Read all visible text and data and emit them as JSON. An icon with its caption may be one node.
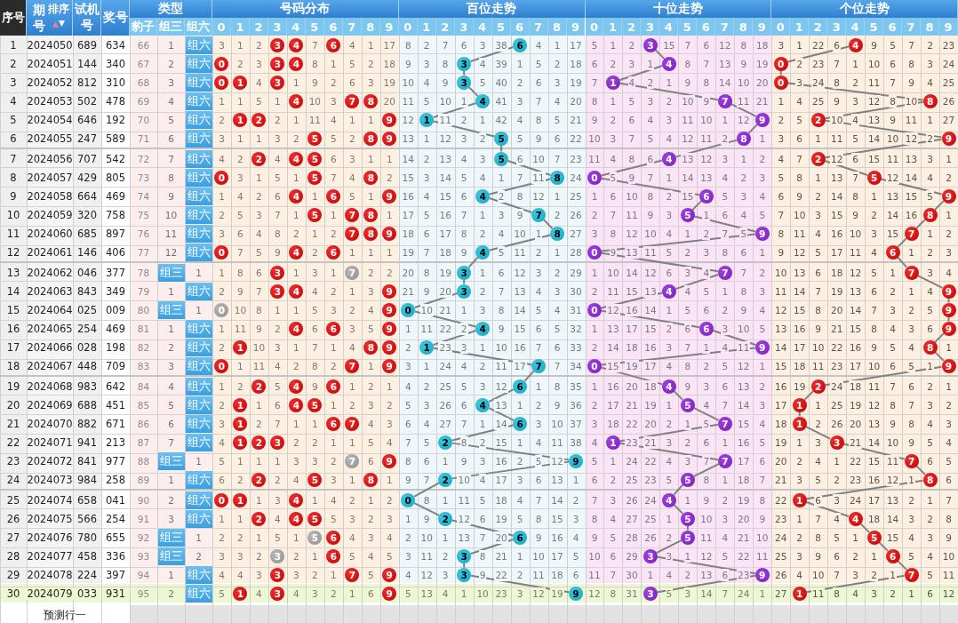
{
  "diagram": {
    "nodes": [
      {
        "text": [
          "3"
        ]
      },
      {
        "text": [
          "4"
        ]
      },
      {
        "text": [
          "6"
        ]
      },
      {
        "text": [
          "6"
        ]
      },
      {
        "text": [
          "3"
        ]
      },
      {
        "text": [
          "4"
        ]
      },
      {
        "text": [
          "0"
        ]
      },
      {
        "text": [
          "3"
        ]
      },
      {
        "text": [
          "4"
        ]
      },
      {
        "text": [
          "3"
        ]
      },
      {
        "text": [
          "4"
        ]
      },
      {
        "text": [
          "0"
        ]
      },
      {
        "text": [
          "0"
        ]
      },
      {
        "text": [
          "1"
        ]
      },
      {
        "text": [
          "3"
        ]
      },
      {
        "text": [
          "3"
        ]
      },
      {
        "text": [
          "1"
        ]
      },
      {
        "text": [
          "0"
        ]
      },
      {
        "text": [
          "4"
        ]
      },
      {
        "text": [
          "7"
        ]
      },
      {
        "text": [
          "8"
        ]
      },
      {
        "text": [
          "4"
        ]
      },
      {
        "text": [
          "7"
        ]
      },
      {
        "text": [
          "8"
        ]
      },
      {
        "text": [
          "1"
        ]
      },
      {
        "text": [
          "2"
        ]
      },
      {
        "text": [
          "9"
        ]
      },
      {
        "text": [
          "1"
        ]
      },
      {
        "text": [
          "9"
        ]
      },
      {
        "text": [
          "2"
        ]
      },
      {
        "text": [
          "5"
        ]
      },
      {
        "text": [
          "8"
        ]
      },
      {
        "text": [
          "9"
        ]
      },
      {
        "text": [
          "5"
        ]
      },
      {
        "text": [
          "8"
        ]
      },
      {
        "text": [
          "9"
        ]
      },
      {
        "text": [
          "2"
        ]
      },
      {
        "text": [
          "4"
        ]
      },
      {
        "text": [
          "5"
        ]
      },
      {
        "text": [
          "5"
        ]
      },
      {
        "text": [
          "4"
        ]
      },
      {
        "text": [
          "2"
        ]
      },
      {
        "text": [
          "0"
        ]
      },
      {
        "text": [
          "5"
        ]
      },
      {
        "text": [
          "8"
        ]
      },
      {
        "text": [
          "8"
        ]
      },
      {
        "text": [
          "0"
        ]
      },
      {
        "text": [
          "5"
        ]
      },
      {
        "text": [
          "4"
        ]
      },
      {
        "text": [
          "6"
        ]
      },
      {
        "text": [
          "9"
        ]
      },
      {
        "text": [
          "4"
        ]
      },
      {
        "text": [
          "6"
        ]
      },
      {
        "text": [
          "9"
        ]
      },
      {
        "text": [
          "5"
        ]
      },
      {
        "text": [
          "7"
        ]
      },
      {
        "text": [
          "8"
        ]
      },
      {
        "text": [
          "7"
        ]
      },
      {
        "text": [
          "5"
        ]
      },
      {
        "text": [
          "8"
        ]
      },
      {
        "text": [
          "7"
        ]
      },
      {
        "text": [
          "8"
        ]
      },
      {
        "text": [
          "9"
        ]
      },
      {
        "text": [
          "8"
        ]
      },
      {
        "text": [
          "9"
        ]
      },
      {
        "text": [
          "7"
        ]
      },
      {
        "text": [
          "0"
        ]
      },
      {
        "text": [
          "4"
        ]
      },
      {
        "text": [
          "6"
        ]
      },
      {
        "text": [
          "4"
        ]
      },
      {
        "text": [
          "0"
        ]
      },
      {
        "text": [
          "6"
        ]
      },
      {
        "text": [
          "3"
        ]
      },
      {
        "text": [
          "7"
        ]
      },
      {
        "text": [
          "3"
        ]
      },
      {
        "text": [
          "7"
        ]
      },
      {
        "text": [
          "7"
        ]
      },
      {
        "text": [
          "3"
        ]
      },
      {
        "text": [
          "4"
        ]
      },
      {
        "text": [
          "9"
        ]
      },
      {
        "text": [
          "3"
        ]
      },
      {
        "text": [
          "4"
        ]
      },
      {
        "text": [
          "9"
        ]
      },
      {
        "text": [
          "0"
        ]
      },
      {
        "text": [
          "9"
        ]
      },
      {
        "text": [
          "0"
        ]
      },
      {
        "text": [
          "0"
        ]
      },
      {
        "text": [
          "9"
        ]
      },
      {
        "text": [
          "4"
        ]
      },
      {
        "text": [
          "6"
        ]
      },
      {
        "text": [
          "9"
        ]
      },
      {
        "text": [
          "4"
        ]
      },
      {
        "text": [
          "6"
        ]
      },
      {
        "text": [
          "9"
        ]
      },
      {
        "text": [
          "1"
        ]
      },
      {
        "text": [
          "8"
        ]
      },
      {
        "text": [
          "9"
        ]
      },
      {
        "text": [
          "1"
        ]
      },
      {
        "text": [
          "9"
        ]
      },
      {
        "text": [
          "8"
        ]
      },
      {
        "text": [
          "0"
        ]
      },
      {
        "text": [
          "7"
        ]
      },
      {
        "text": [
          "9"
        ]
      },
      {
        "text": [
          "7"
        ]
      },
      {
        "text": [
          "0"
        ]
      },
      {
        "text": [
          "9"
        ]
      },
      {
        "text": [
          "2"
        ]
      },
      {
        "text": [
          "4"
        ]
      },
      {
        "text": [
          "6"
        ]
      },
      {
        "text": [
          "6"
        ]
      },
      {
        "text": [
          "4"
        ]
      },
      {
        "text": [
          "2"
        ]
      },
      {
        "text": [
          "1"
        ]
      },
      {
        "text": [
          "4"
        ]
      },
      {
        "text": [
          "5"
        ]
      },
      {
        "text": [
          "4"
        ]
      },
      {
        "text": [
          "5"
        ]
      },
      {
        "text": [
          "1"
        ]
      },
      {
        "text": [
          "1"
        ]
      },
      {
        "text": [
          "6"
        ]
      },
      {
        "text": [
          "7"
        ]
      },
      {
        "text": [
          "6"
        ]
      },
      {
        "text": [
          "7"
        ]
      },
      {
        "text": [
          "1"
        ]
      },
      {
        "text": [
          "1"
        ]
      },
      {
        "text": [
          "2"
        ]
      },
      {
        "text": [
          "3"
        ]
      },
      {
        "text": [
          "2"
        ]
      },
      {
        "text": [
          "1"
        ]
      },
      {
        "text": [
          "3"
        ]
      },
      {
        "text": [
          "7"
        ]
      },
      {
        "text": [
          "9"
        ]
      },
      {
        "text": [
          "9"
        ]
      },
      {
        "text": [
          "7"
        ]
      },
      {
        "text": [
          "7"
        ]
      },
      {
        "text": [
          "2"
        ]
      },
      {
        "text": [
          "5"
        ]
      },
      {
        "text": [
          "8"
        ]
      },
      {
        "text": [
          "2"
        ]
      },
      {
        "text": [
          "5"
        ]
      },
      {
        "text": [
          "8"
        ]
      },
      {
        "text": [
          "0"
        ]
      },
      {
        "text": [
          "1"
        ]
      },
      {
        "text": [
          "4"
        ]
      },
      {
        "text": [
          "0"
        ]
      },
      {
        "text": [
          "4"
        ]
      },
      {
        "text": [
          "1"
        ]
      },
      {
        "text": [
          "2"
        ]
      },
      {
        "text": [
          "4"
        ]
      },
      {
        "text": [
          "5"
        ]
      },
      {
        "text": [
          "2"
        ]
      },
      {
        "text": [
          "5"
        ]
      },
      {
        "text": [
          "4"
        ]
      },
      {
        "text": [
          "5"
        ]
      },
      {
        "text": [
          "6"
        ]
      },
      {
        "text": [
          "6"
        ]
      },
      {
        "text": [
          "5"
        ]
      },
      {
        "text": [
          "5"
        ]
      },
      {
        "text": [
          "3"
        ]
      },
      {
        "text": [
          "6"
        ]
      },
      {
        "text": [
          "3"
        ]
      },
      {
        "text": [
          "3"
        ]
      },
      {
        "text": [
          "6"
        ]
      },
      {
        "text": [
          "3"
        ]
      },
      {
        "text": [
          "7"
        ]
      },
      {
        "text": [
          "9"
        ]
      },
      {
        "text": [
          "3"
        ]
      },
      {
        "text": [
          "9"
        ]
      },
      {
        "text": [
          "7"
        ]
      },
      {
        "text": [
          "1"
        ]
      },
      {
        "text": [
          "3"
        ]
      },
      {
        "text": [
          "9"
        ]
      },
      {
        "text": [
          "9"
        ]
      },
      {
        "text": [
          "3"
        ]
      },
      {
        "text": [
          "1"
        ]
      }
    ],
    "edges": [
      {
        "from": 3,
        "to": 9,
        "arrow": "none"
      },
      {
        "from": 9,
        "to": 15,
        "arrow": "none"
      },
      {
        "from": 15,
        "to": 21,
        "arrow": "none"
      },
      {
        "from": 21,
        "to": 27,
        "arrow": "none"
      },
      {
        "from": 27,
        "to": 33,
        "arrow": "none"
      },
      {
        "from": 33,
        "to": 39,
        "arrow": "none"
      },
      {
        "from": 39,
        "to": 45,
        "arrow": "none"
      },
      {
        "from": 45,
        "to": 51,
        "arrow": "none"
      },
      {
        "from": 51,
        "to": 57,
        "arrow": "none"
      },
      {
        "from": 57,
        "to": 63,
        "arrow": "none"
      },
      {
        "from": 63,
        "to": 69,
        "arrow": "none"
      },
      {
        "from": 69,
        "to": 74,
        "arrow": "none"
      },
      {
        "from": 74,
        "to": 80,
        "arrow": "none"
      },
      {
        "from": 80,
        "to": 85,
        "arrow": "none"
      },
      {
        "from": 85,
        "to": 91,
        "arrow": "none"
      },
      {
        "from": 91,
        "to": 97,
        "arrow": "none"
      },
      {
        "from": 97,
        "to": 103,
        "arrow": "none"
      },
      {
        "from": 103,
        "to": 109,
        "arrow": "none"
      },
      {
        "from": 109,
        "to": 115,
        "arrow": "none"
      },
      {
        "from": 115,
        "to": 121,
        "arrow": "none"
      },
      {
        "from": 121,
        "to": 127,
        "arrow": "none"
      },
      {
        "from": 127,
        "to": 132,
        "arrow": "none"
      },
      {
        "from": 132,
        "to": 138,
        "arrow": "none"
      },
      {
        "from": 138,
        "to": 144,
        "arrow": "none"
      },
      {
        "from": 144,
        "to": 150,
        "arrow": "none"
      },
      {
        "from": 150,
        "to": 155,
        "arrow": "none"
      },
      {
        "from": 155,
        "to": 160,
        "arrow": "none"
      },
      {
        "from": 160,
        "to": 166,
        "arrow": "none"
      },
      {
        "from": 166,
        "to": 172,
        "arrow": "none"
      },
      {
        "from": 4,
        "to": 10,
        "arrow": "none"
      },
      {
        "from": 10,
        "to": 16,
        "arrow": "none"
      },
      {
        "from": 16,
        "to": 22,
        "arrow": "none"
      },
      {
        "from": 22,
        "to": 28,
        "arrow": "none"
      },
      {
        "from": 28,
        "to": 34,
        "arrow": "none"
      },
      {
        "from": 34,
        "to": 40,
        "arrow": "none"
      },
      {
        "from": 40,
        "to": 46,
        "arrow": "none"
      },
      {
        "from": 46,
        "to": 52,
        "arrow": "none"
      },
      {
        "from": 52,
        "to": 58,
        "arrow": "none"
      },
      {
        "from": 58,
        "to": 64,
        "arrow": "none"
      },
      {
        "from": 64,
        "to": 70,
        "arrow": "none"
      },
      {
        "from": 70,
        "to": 75,
        "arrow": "none"
      },
      {
        "from": 75,
        "to": 81,
        "arrow": "none"
      },
      {
        "from": 81,
        "to": 86,
        "arrow": "none"
      },
      {
        "from": 86,
        "to": 92,
        "arrow": "none"
      },
      {
        "from": 92,
        "to": 98,
        "arrow": "none"
      },
      {
        "from": 98,
        "to": 104,
        "arrow": "none"
      },
      {
        "from": 104,
        "to": 110,
        "arrow": "none"
      },
      {
        "from": 110,
        "to": 116,
        "arrow": "none"
      },
      {
        "from": 116,
        "to": 122,
        "arrow": "none"
      },
      {
        "from": 122,
        "to": 128,
        "arrow": "none"
      },
      {
        "from": 128,
        "to": 133,
        "arrow": "none"
      },
      {
        "from": 133,
        "to": 139,
        "arrow": "none"
      },
      {
        "from": 139,
        "to": 145,
        "arrow": "none"
      },
      {
        "from": 145,
        "to": 151,
        "arrow": "none"
      },
      {
        "from": 151,
        "to": 156,
        "arrow": "none"
      },
      {
        "from": 156,
        "to": 161,
        "arrow": "none"
      },
      {
        "from": 161,
        "to": 167,
        "arrow": "none"
      },
      {
        "from": 167,
        "to": 173,
        "arrow": "none"
      },
      {
        "from": 5,
        "to": 11,
        "arrow": "none"
      },
      {
        "from": 11,
        "to": 17,
        "arrow": "none"
      },
      {
        "from": 17,
        "to": 23,
        "arrow": "none"
      },
      {
        "from": 23,
        "to": 29,
        "arrow": "none"
      },
      {
        "from": 29,
        "to": 35,
        "arrow": "none"
      },
      {
        "from": 35,
        "to": 41,
        "arrow": "none"
      },
      {
        "from": 41,
        "to": 47,
        "arrow": "none"
      },
      {
        "from": 47,
        "to": 53,
        "arrow": "none"
      },
      {
        "from": 53,
        "to": 59,
        "arrow": "none"
      },
      {
        "from": 59,
        "to": 65,
        "arrow": "none"
      },
      {
        "from": 65,
        "to": 71,
        "arrow": "none"
      },
      {
        "from": 71,
        "to": 76,
        "arrow": "none"
      },
      {
        "from": 76,
        "to": 82,
        "arrow": "none"
      },
      {
        "from": 82,
        "to": 87,
        "arrow": "none"
      },
      {
        "from": 87,
        "to": 93,
        "arrow": "none"
      },
      {
        "from": 93,
        "to": 99,
        "arrow": "none"
      },
      {
        "from": 99,
        "to": 105,
        "arrow": "none"
      },
      {
        "from": 105,
        "to": 111,
        "arrow": "none"
      },
      {
        "from": 111,
        "to": 117,
        "arrow": "none"
      },
      {
        "from": 117,
        "to": 123,
        "arrow": "none"
      },
      {
        "from": 123,
        "to": 129,
        "arrow": "none"
      },
      {
        "from": 129,
        "to": 134,
        "arrow": "none"
      },
      {
        "from": 134,
        "to": 140,
        "arrow": "none"
      },
      {
        "from": 140,
        "to": 146,
        "arrow": "none"
      },
      {
        "from": 146,
        "to": 152,
        "arrow": "none"
      },
      {
        "from": 152,
        "to": 157,
        "arrow": "none"
      },
      {
        "from": 157,
        "to": 162,
        "arrow": "none"
      },
      {
        "from": 162,
        "to": 168,
        "arrow": "none"
      },
      {
        "from": 168,
        "to": 174,
        "arrow": "none"
      }
    ],
    "labels": [
      "序号",
      "期号",
      "排序",
      "试机号",
      "奖号",
      "类型",
      "号码分布",
      "百位走势",
      "十位走势",
      "个位走势",
      "豹子",
      "组三",
      "组六",
      "0",
      "1",
      "2",
      "3",
      "4",
      "5",
      "6",
      "7",
      "8",
      "9",
      "0",
      "1",
      "2",
      "3",
      "4",
      "5",
      "6",
      "7",
      "8",
      "9",
      "0",
      "1",
      "2",
      "3",
      "4",
      "5",
      "6",
      "7",
      "8",
      "9",
      "0",
      "1",
      "2",
      "3",
      "4",
      "5",
      "6",
      "7",
      "8",
      "9",
      "1",
      "2024050",
      "689",
      "634",
      "66",
      "1",
      "组六",
      "3",
      "1",
      "2",
      "7",
      "4",
      "1",
      "17",
      "8",
      "2",
      "7",
      "6",
      "3",
      "38",
      "4",
      "1",
      "17",
      "5",
      "1",
      "2",
      "15",
      "7",
      "6",
      "12",
      "8",
      "18",
      "3",
      "1",
      "22",
      "6",
      "9",
      "5",
      "7",
      "2",
      "23",
      "2",
      "2024051",
      "144",
      "340",
      "67",
      "2",
      "组六",
      "2",
      "3",
      "8",
      "1",
      "5",
      "2",
      "18",
      "9",
      "3",
      "8",
      "4",
      "39",
      "1",
      "5",
      "2",
      "18",
      "6",
      "2",
      "3",
      "1",
      "8",
      "7",
      "13",
      "9",
      "19",
      "2",
      "23",
      "7",
      "1",
      "10",
      "6",
      "8",
      "3",
      "24",
      "3",
      "2024052",
      "812",
      "310",
      "68",
      "3",
      "组六",
      "4",
      "1",
      "9",
      "2",
      "6",
      "3",
      "19",
      "10",
      "4",
      "9",
      "5",
      "40",
      "2",
      "6",
      "3",
      "19",
      "7",
      "4",
      "2",
      "1",
      "9",
      "8",
      "14",
      "10",
      "20",
      "3",
      "24",
      "8",
      "2",
      "11",
      "7",
      "9",
      "4",
      "25",
      "4",
      "2024053",
      "502",
      "478",
      "69",
      "4",
      "组六",
      "1",
      "1",
      "5",
      "1",
      "10",
      "3",
      "20",
      "11",
      "5",
      "10",
      "1",
      "41",
      "3",
      "7",
      "4",
      "20",
      "8",
      "1",
      "5",
      "3",
      "2",
      "10",
      "9",
      "11",
      "21",
      "1",
      "4",
      "25",
      "9",
      "3",
      "12",
      "8",
      "10",
      "26",
      "5",
      "2024054",
      "646",
      "192",
      "70",
      "5",
      "组六",
      "2",
      "2",
      "1",
      "11",
      "4",
      "1",
      "1",
      "12",
      "11",
      "2",
      "1",
      "42",
      "4",
      "8",
      "5",
      "21",
      "9",
      "2",
      "6",
      "4",
      "3",
      "11",
      "10",
      "1",
      "12",
      "2",
      "5",
      "10",
      "4",
      "13",
      "9",
      "11",
      "1",
      "27",
      "6",
      "2024055",
      "247",
      "589",
      "71",
      "6",
      "组六",
      "3",
      "1",
      "1",
      "3",
      "2",
      "5",
      "2",
      "13",
      "1",
      "12",
      "3",
      "2",
      "5",
      "9",
      "6",
      "22",
      "10",
      "3",
      "7",
      "5",
      "4",
      "12",
      "11",
      "2",
      "1",
      "3",
      "6",
      "1",
      "11",
      "5",
      "14",
      "10",
      "12",
      "2",
      "7",
      "2024056",
      "707",
      "542",
      "72",
      "7",
      "组六",
      "4",
      "2",
      "4",
      "6",
      "3",
      "1",
      "1",
      "14",
      "2",
      "13",
      "4",
      "3",
      "6",
      "10",
      "7",
      "23",
      "11",
      "4",
      "8",
      "6",
      "13",
      "12",
      "3",
      "1",
      "2",
      "4",
      "7",
      "12",
      "6",
      "15",
      "11",
      "13",
      "3",
      "1",
      "8",
      "2024057",
      "429",
      "805",
      "73",
      "8",
      "组六",
      "3",
      "1",
      "5",
      "1",
      "7",
      "4",
      "2",
      "15",
      "3",
      "14",
      "5",
      "4",
      "1",
      "7",
      "11",
      "24",
      "5",
      "9",
      "7",
      "1",
      "14",
      "13",
      "4",
      "2",
      "3",
      "5",
      "8",
      "1",
      "13",
      "7",
      "12",
      "14",
      "4",
      "2",
      "9",
      "2024058",
      "664",
      "469",
      "74",
      "9",
      "组六",
      "1",
      "4",
      "2",
      "6",
      "1",
      "5",
      "1",
      "16",
      "4",
      "15",
      "6",
      "2",
      "8",
      "12",
      "1",
      "25",
      "1",
      "6",
      "10",
      "8",
      "2",
      "15",
      "5",
      "3",
      "4",
      "6",
      "9",
      "2",
      "14",
      "8",
      "1",
      "13",
      "15",
      "5",
      "10",
      "2024059",
      "320",
      "758",
      "75",
      "10",
      "组六",
      "2",
      "5",
      "3",
      "7",
      "1",
      "1",
      "1",
      "17",
      "5",
      "16",
      "7",
      "1",
      "3",
      "9",
      "2",
      "26",
      "2",
      "7",
      "11",
      "9",
      "3",
      "1",
      "6",
      "4",
      "5",
      "7",
      "10",
      "3",
      "15",
      "9",
      "2",
      "14",
      "16",
      "1",
      "11",
      "2024060",
      "685",
      "897",
      "76",
      "11",
      "组六",
      "3",
      "6",
      "4",
      "8",
      "2",
      "1",
      "2",
      "18",
      "6",
      "17",
      "8",
      "2",
      "4",
      "10",
      "1",
      "27",
      "3",
      "8",
      "12",
      "10",
      "4",
      "1",
      "2",
      "7",
      "5",
      "8",
      "11",
      "4",
      "16",
      "10",
      "3",
      "15",
      "1",
      "2",
      "12",
      "2024061",
      "146",
      "406",
      "77",
      "12",
      "组六",
      "7",
      "5",
      "9",
      "2",
      "1",
      "1",
      "1",
      "19",
      "7",
      "18",
      "9",
      "5",
      "11",
      "2",
      "1",
      "28",
      "9",
      "13",
      "11",
      "5",
      "2",
      "3",
      "8",
      "6",
      "1",
      "9",
      "12",
      "5",
      "17",
      "11",
      "4",
      "1",
      "2",
      "3",
      "13",
      "2024062",
      "046",
      "377",
      "78",
      "组三",
      "1",
      "1",
      "8",
      "6",
      "1",
      "3",
      "1",
      "2",
      "2",
      "20",
      "8",
      "19",
      "1",
      "6",
      "12",
      "3",
      "2",
      "29",
      "1",
      "10",
      "14",
      "12",
      "6",
      "3",
      "4",
      "7",
      "2",
      "10",
      "13",
      "6",
      "18",
      "12",
      "5",
      "1",
      "3",
      "4",
      "14",
      "2024063",
      "843",
      "349",
      "79",
      "1",
      "组六",
      "2",
      "9",
      "7",
      "4",
      "2",
      "1",
      "3",
      "21",
      "9",
      "20",
      "2",
      "7",
      "13",
      "4",
      "3",
      "30",
      "2",
      "11",
      "15",
      "13",
      "4",
      "5",
      "1",
      "8",
      "3",
      "11",
      "14",
      "7",
      "19",
      "13",
      "6",
      "2",
      "1",
      "4",
      "15",
      "2024064",
      "025",
      "009",
      "80",
      "组三",
      "1",
      "10",
      "8",
      "1",
      "1",
      "5",
      "3",
      "2",
      "4",
      "10",
      "21",
      "1",
      "3",
      "8",
      "14",
      "5",
      "4",
      "31",
      "12",
      "16",
      "14",
      "1",
      "5",
      "6",
      "2",
      "9",
      "4",
      "12",
      "15",
      "8",
      "20",
      "14",
      "7",
      "3",
      "2",
      "5",
      "16",
      "2024065",
      "254",
      "469",
      "81",
      "1",
      "组六",
      "1",
      "11",
      "9",
      "2",
      "6",
      "3",
      "5",
      "1",
      "11",
      "22",
      "2",
      "9",
      "15",
      "6",
      "5",
      "32",
      "1",
      "13",
      "17",
      "15",
      "2",
      "6",
      "3",
      "10",
      "5",
      "13",
      "16",
      "9",
      "21",
      "15",
      "8",
      "4",
      "3",
      "6",
      "17",
      "2024066",
      "028",
      "198",
      "82",
      "2",
      "组六",
      "2",
      "10",
      "3",
      "1",
      "7",
      "1",
      "4",
      "2",
      "23",
      "3",
      "1",
      "10",
      "16",
      "7",
      "6",
      "33",
      "2",
      "14",
      "18",
      "16",
      "3",
      "7",
      "1",
      "4",
      "11",
      "14",
      "17",
      "10",
      "22",
      "16",
      "9",
      "5",
      "4",
      "1",
      "18",
      "2024067",
      "448",
      "709",
      "83",
      "3",
      "组六",
      "1",
      "11",
      "4",
      "2",
      "8",
      "2",
      "1",
      "3",
      "1",
      "24",
      "4",
      "2",
      "11",
      "17",
      "7",
      "34",
      "15",
      "19",
      "17",
      "4",
      "8",
      "2",
      "5",
      "12",
      "1",
      "15",
      "18",
      "11",
      "23",
      "17",
      "10",
      "6",
      "5",
      "1",
      "19",
      "2024068",
      "983",
      "642",
      "84",
      "4",
      "组六",
      "1",
      "2",
      "5",
      "9",
      "1",
      "2",
      "1",
      "4",
      "2",
      "25",
      "5",
      "3",
      "12",
      "1",
      "8",
      "35",
      "1",
      "16",
      "20",
      "18",
      "9",
      "3",
      "6",
      "13",
      "2",
      "16",
      "19",
      "24",
      "18",
      "11",
      "7",
      "6",
      "2",
      "1",
      "20",
      "2024069",
      "688",
      "451",
      "85",
      "5",
      "组六",
      "2",
      "1",
      "6",
      "1",
      "2",
      "3",
      "2",
      "5",
      "3",
      "26",
      "6",
      "13",
      "1",
      "2",
      "9",
      "36",
      "2",
      "17",
      "21",
      "19",
      "1",
      "4",
      "7",
      "14",
      "3",
      "17",
      "1",
      "25",
      "19",
      "12",
      "8",
      "7",
      "3",
      "2",
      "21",
      "2024070",
      "882",
      "671",
      "86",
      "6",
      "组六",
      "3",
      "2",
      "7",
      "1",
      "1",
      "4",
      "3",
      "6",
      "4",
      "27",
      "7",
      "1",
      "14",
      "3",
      "10",
      "37",
      "3",
      "18",
      "22",
      "20",
      "2",
      "1",
      "5",
      "15",
      "4",
      "18",
      "2",
      "26",
      "20",
      "13",
      "9",
      "8",
      "4",
      "3",
      "22",
      "2024071",
      "941",
      "213",
      "87",
      "7",
      "组六",
      "4",
      "2",
      "2",
      "1",
      "1",
      "5",
      "4",
      "7",
      "5",
      "8",
      "2",
      "15",
      "1",
      "4",
      "11",
      "38",
      "4",
      "23",
      "21",
      "3",
      "2",
      "6",
      "1",
      "16",
      "5",
      "19",
      "1",
      "3",
      "21",
      "14",
      "10",
      "9",
      "5",
      "4",
      "23",
      "2024072",
      "841",
      "977",
      "88",
      "组三",
      "1",
      "5",
      "1",
      "1",
      "1",
      "3",
      "3",
      "2",
      "6",
      "8",
      "6",
      "1",
      "9",
      "3",
      "16",
      "2",
      "5",
      "12",
      "5",
      "1",
      "24",
      "22",
      "4",
      "3",
      "7",
      "17",
      "6",
      "20",
      "2",
      "4",
      "1",
      "22",
      "15",
      "11",
      "6",
      "5",
      "24",
      "2024073",
      "984",
      "258",
      "89",
      "1",
      "组六",
      "6",
      "2",
      "2",
      "4",
      "3",
      "1",
      "1",
      "9",
      "7",
      "10",
      "4",
      "17",
      "3",
      "6",
      "13",
      "1",
      "6",
      "2",
      "25",
      "23",
      "5",
      "8",
      "1",
      "18",
      "7",
      "21",
      "3",
      "5",
      "2",
      "23",
      "16",
      "12",
      "1",
      "6",
      "25",
      "2024074",
      "658",
      "041",
      "90",
      "2",
      "组六",
      "1",
      "3",
      "1",
      "4",
      "2",
      "1",
      "2",
      "8",
      "1",
      "11",
      "5",
      "18",
      "4",
      "7",
      "14",
      "2",
      "7",
      "3",
      "26",
      "24",
      "1",
      "9",
      "2",
      "19",
      "8",
      "22",
      "6",
      "3",
      "24",
      "17",
      "13",
      "2",
      "1",
      "7",
      "26",
      "2024075",
      "566",
      "254",
      "91",
      "3",
      "组六",
      "1",
      "1",
      "4",
      "5",
      "3",
      "2",
      "3",
      "1",
      "9",
      "12",
      "6",
      "19",
      "5",
      "8",
      "15",
      "3",
      "8",
      "4",
      "27",
      "25",
      "1",
      "10",
      "3",
      "20",
      "9",
      "23",
      "1",
      "7",
      "4",
      "18",
      "14",
      "3",
      "2",
      "8",
      "27",
      "2024076",
      "780",
      "655",
      "92",
      "组三",
      "1",
      "2",
      "2",
      "1",
      "5",
      "1",
      "4",
      "3",
      "4",
      "2",
      "10",
      "1",
      "13",
      "7",
      "20",
      "9",
      "16",
      "4",
      "9",
      "5",
      "28",
      "26",
      "2",
      "11",
      "4",
      "21",
      "10",
      "24",
      "2",
      "8",
      "5",
      "1",
      "15",
      "4",
      "3",
      "9",
      "28",
      "2024077",
      "458",
      "336",
      "93",
      "组三",
      "2",
      "3",
      "3",
      "2",
      "2",
      "1",
      "5",
      "4",
      "5",
      "3",
      "11",
      "2",
      "8",
      "21",
      "1",
      "10",
      "17",
      "5",
      "10",
      "6",
      "29",
      "3",
      "1",
      "12",
      "5",
      "22",
      "11",
      "25",
      "3",
      "9",
      "6",
      "2",
      "1",
      "5",
      "4",
      "10",
      "29",
      "2024078",
      "224",
      "397",
      "94",
      "1",
      "组六",
      "4",
      "4",
      "3",
      "3",
      "2",
      "1",
      "5",
      "4",
      "12",
      "3",
      "9",
      "22",
      "2",
      "11",
      "18",
      "6",
      "11",
      "7",
      "30",
      "1",
      "4",
      "2",
      "13",
      "6",
      "23",
      "26",
      "4",
      "10",
      "7",
      "3",
      "2",
      "1",
      "5",
      "11",
      "30",
      "2024079",
      "033",
      "931",
      "95",
      "2",
      "组六",
      "5",
      "4",
      "4",
      "3",
      "2",
      "1",
      "6",
      "5",
      "13",
      "4",
      "1",
      "10",
      "23",
      "3",
      "12",
      "19",
      "12",
      "8",
      "31",
      "5",
      "3",
      "14",
      "7",
      "24",
      "1",
      "27",
      "11",
      "8",
      "4",
      "3",
      "2",
      "1",
      "6",
      "12",
      "预测行一"
    ]
  }
}
